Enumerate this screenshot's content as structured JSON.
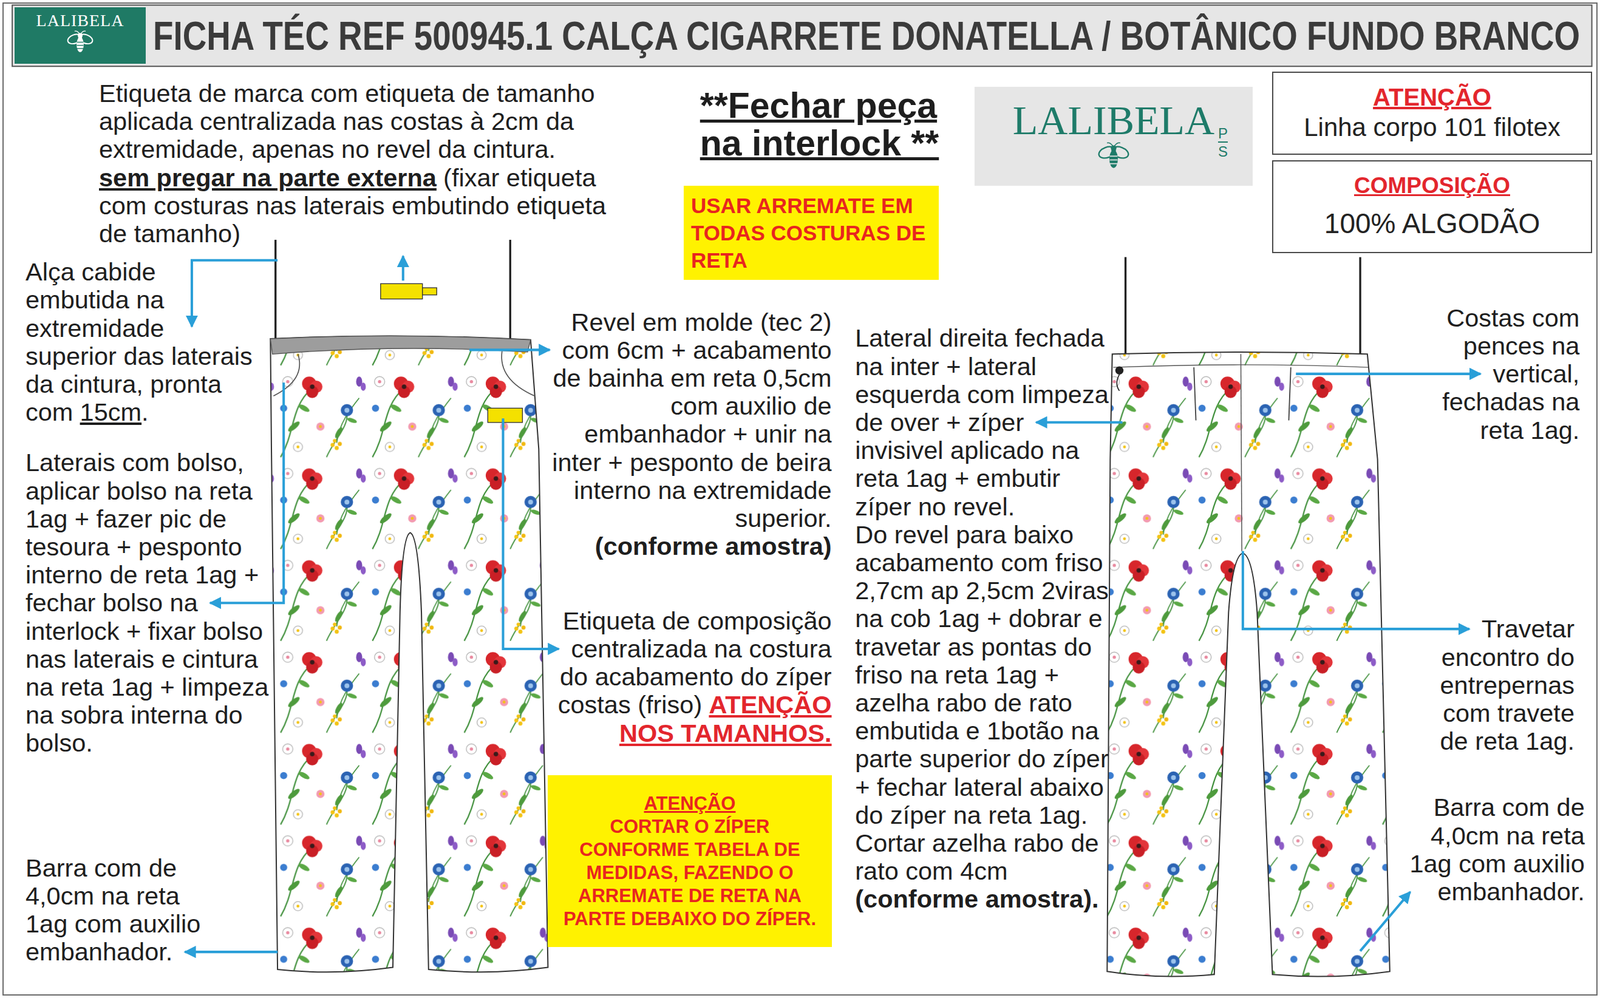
{
  "diagram": {
    "title": "FICHA TÉC REF 500945.1 CALÇA CIGARRETE DONATELLA / BOTÂNICO FUNDO BRANCO",
    "nodes": [
      {
        "text": [
          "LALIBELA"
        ]
      },
      {
        "text": [
          "LALIBELA",
          "P",
          "S"
        ]
      },
      {
        "text": [
          "ATENÇÃO",
          "Linha corpo 101 filotex"
        ]
      },
      {
        "text": [
          "COMPOSIÇÃO",
          "100% ALGODÃO"
        ]
      },
      {
        "text": [
          "USAR ARREMATE EM TODAS COSTURAS DE RETA"
        ]
      },
      {
        "text": [
          "ATENÇÃO",
          "CORTAR O ZÍPER CONFORME TABELA DE MEDIDAS, FAZENDO O ARREMATE DE RETA NA PARTE DEBAIXO DO ZÍPER."
        ]
      }
    ],
    "labels": [
      "Etiqueta de marca com etiqueta de tamanho aplicada centralizada nas costas à 2cm da extremidade, apenas no revel da cintura.",
      "sem pregar na parte externa",
      "(fixar etiqueta com costuras nas laterais embutindo etiqueta de tamanho)",
      "**Fechar peça na interlock **",
      "Alça cabide embutida na extremidade superior das laterais da cintura, pronta com",
      "15cm",
      ".",
      "Laterais com bolso, aplicar bolso na reta 1ag + fazer pic de tesoura + pesponto interno de reta 1ag + fechar bolso na interlock + fixar bolso nas laterais e cintura na reta 1ag + limpeza na sobra interna do bolso.",
      "Barra com de 4,0cm na reta 1ag com auxilio embanhador.",
      "Revel em molde (tec 2) com 6cm + acabamento de bainha em reta 0,5cm com auxilio de embanhador + unir na inter + pesponto de beira interno na extremidade superior.",
      "(conforme amostra)",
      "Etiqueta de composição centralizada na costura do acabamento do zíper costas (friso)",
      "ATENÇÃO NOS TAMANHOS.",
      "Lateral direita fechada na inter + lateral esquerda com limpeza de over + zíper invisivel aplicado na reta 1ag + embutir zíper no revel.",
      "Do revel para baixo acabamento com friso 2,7cm ap 2,5cm 2viras na cob 1ag + dobrar e travetar as pontas do friso na reta 1ag + azelha rabo de rato embutida e 1botão na parte superior do zíper + fechar lateral abaixo do zíper na reta 1ag. Cortar azelha rabo de rato com 4cm",
      "(conforme amostra).",
      "Costas com pences na vertical, fechadas na reta 1ag.",
      "Travetar encontro do entrepernas com travete de reta 1ag.",
      "Barra com de 4,0cm na reta 1ag com auxilio embanhador."
    ]
  }
}
